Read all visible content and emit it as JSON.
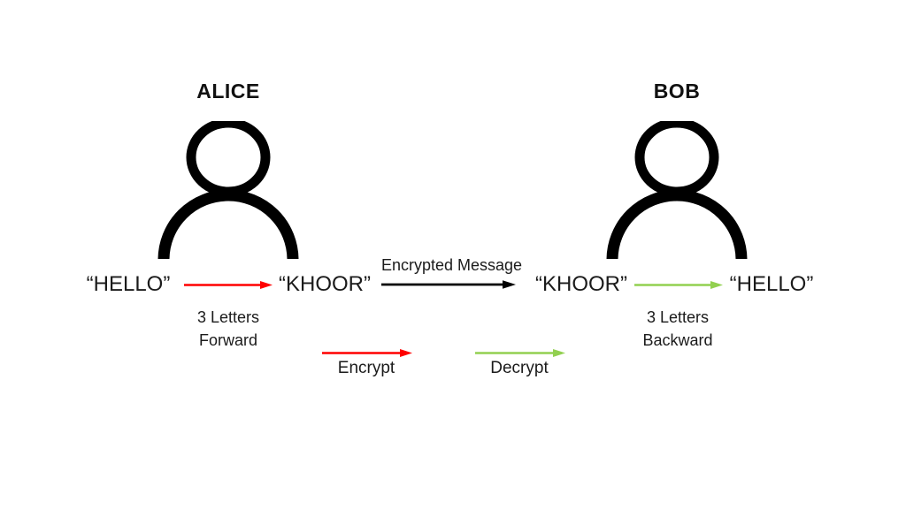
{
  "page": {
    "background": "#ffffff"
  },
  "colors": {
    "encrypt": "#ff0000",
    "decrypt": "#92d050",
    "message": "#000000",
    "ink": "#1b1b1b"
  },
  "alice": {
    "name": "ALICE",
    "plaintext": "“HELLO”",
    "ciphertext": "“KHOOR”",
    "note_line1": "3 Letters",
    "note_line2": "Forward"
  },
  "bob": {
    "name": "BOB",
    "ciphertext": "“KHOOR”",
    "plaintext": "“HELLO”",
    "note_line1": "3 Letters",
    "note_line2": "Backward"
  },
  "channel": {
    "label": "Encrypted Message"
  },
  "legend": {
    "encrypt_label": "Encrypt",
    "decrypt_label": "Decrypt"
  }
}
